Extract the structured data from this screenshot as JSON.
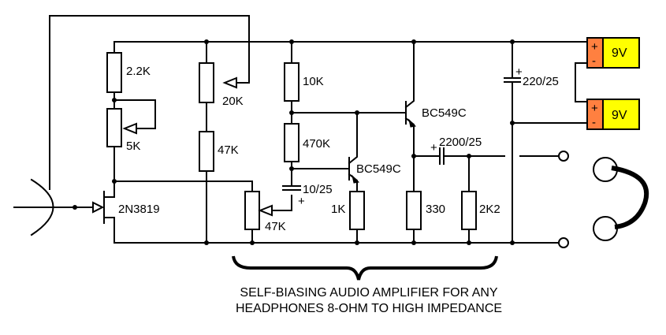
{
  "components": {
    "r_2k2": "2.2K",
    "pot_5k": "5K",
    "pot_20k": "20K",
    "r_47k": "47K",
    "pot_47k": "47K",
    "r_10k": "10K",
    "r_470k": "470K",
    "r_1k": "1K",
    "r_330": "330",
    "r_2k2_out": "2K2",
    "q_jfet": "2N3819",
    "q1": "BC549C",
    "q2": "BC549C",
    "c_in": "10/25",
    "c_out": "2200/25",
    "c_supply": "220/25",
    "battery_top": "9V",
    "battery_bottom": "9V",
    "plus_sign": "+",
    "minus_sign": "-"
  },
  "caption": {
    "line1": "SELF-BIASING AUDIO AMPLIFIER FOR ANY",
    "line2": "HEADPHONES 8-OHM TO HIGH IMPEDANCE"
  },
  "colors": {
    "battery_body": "#ffff00",
    "battery_terminal": "#ff8040"
  }
}
